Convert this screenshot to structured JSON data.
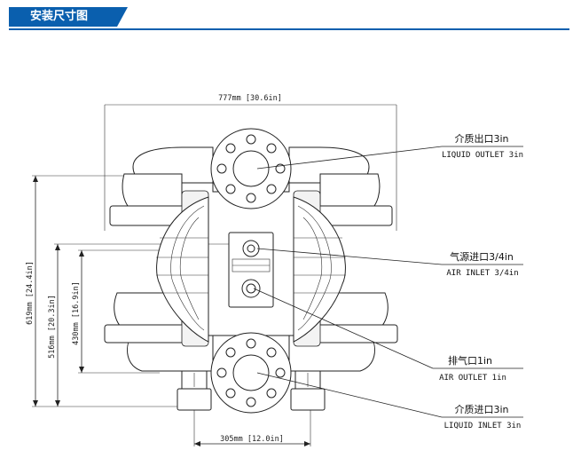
{
  "header": {
    "title": "安装尺寸图"
  },
  "dimensions": {
    "width_top": "777mm [30.6in]",
    "height_total": "619mm [24.4in]",
    "height_outlet": "516mm [20.3in]",
    "height_air": "430mm [16.9in]",
    "width_bottom": "305mm [12.0in]"
  },
  "callouts": [
    {
      "cn": "介质出口3in",
      "en": "LIQUID OUTLET 3in"
    },
    {
      "cn": "气源进口3/4in",
      "en": "AIR INLET 3/4in"
    },
    {
      "cn": "排气口1in",
      "en": "AIR OUTLET 1in"
    },
    {
      "cn": "介质进口3in",
      "en": "LIQUID INLET 3in"
    }
  ]
}
